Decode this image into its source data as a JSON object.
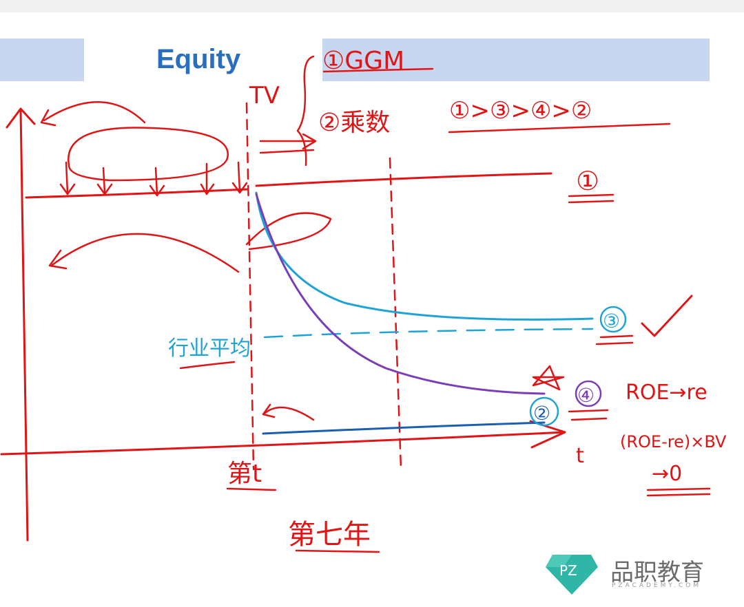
{
  "slide": {
    "title": "Equity"
  },
  "annotations": {
    "method1": "①GGM",
    "method2": "②乘数",
    "ranking": "①>③>④>②",
    "top_level_label": "①",
    "industry_avg": "行业平均",
    "curve3_label": "③",
    "curve2_label": "②",
    "curve4_label": "④",
    "check_mark": "✓",
    "star_mark": "☆",
    "roe_line1": "ROE→re",
    "roe_line2": "(ROE-re)×BV",
    "roe_line3": "→0",
    "t_label": "t",
    "tv_label": "TV",
    "x_label_top": "第t",
    "x_label_bottom": "第七年"
  },
  "logo": {
    "mark": "PZ",
    "name": "品职教育",
    "sub": "PZACADEMY.COM"
  },
  "colors": {
    "ink_red": "#e01414",
    "ink_cyan": "#1fa3d6",
    "ink_purple": "#7a3db8",
    "ink_blue": "#1b5fae",
    "title_blue": "#2a6fbe",
    "banner": "#c7d7ef",
    "logo_teal": "#2fb6a6"
  }
}
